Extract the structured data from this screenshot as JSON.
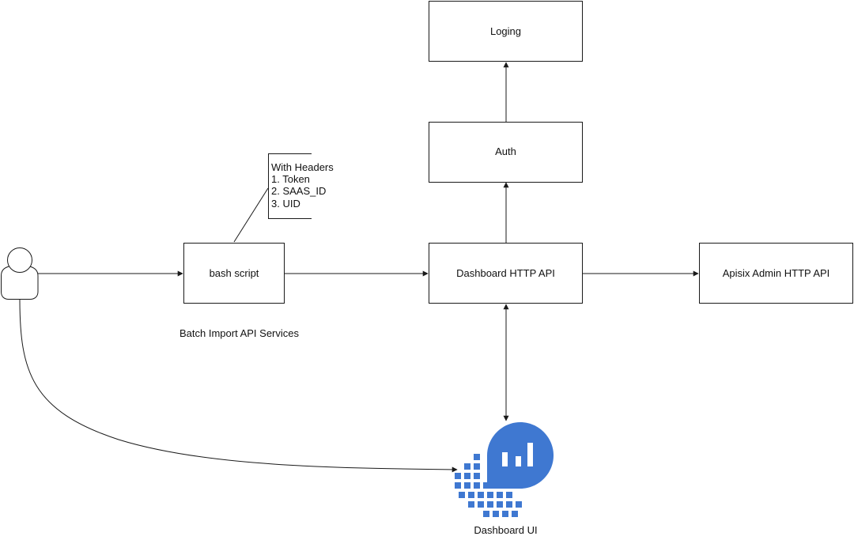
{
  "nodes": {
    "loging": "Loging",
    "auth": "Auth",
    "bash_script": "bash script",
    "dashboard_http_api": "Dashboard HTTP API",
    "apisix_admin_http_api": "Apisix Admin HTTP API",
    "dashboard_ui": "Dashboard UI"
  },
  "note": {
    "lines": [
      "With Headers",
      "1. Token",
      "2. SAAS_ID",
      "3. UID"
    ]
  },
  "caption": "Batch Import API Services",
  "colors": {
    "line": "#1a1a1a",
    "logo_blue": "#3f78d1",
    "user_fill": "#ffffff"
  },
  "icons": {
    "user": "user-icon",
    "dashboard_ui_logo": "dashboard-logo-icon"
  }
}
